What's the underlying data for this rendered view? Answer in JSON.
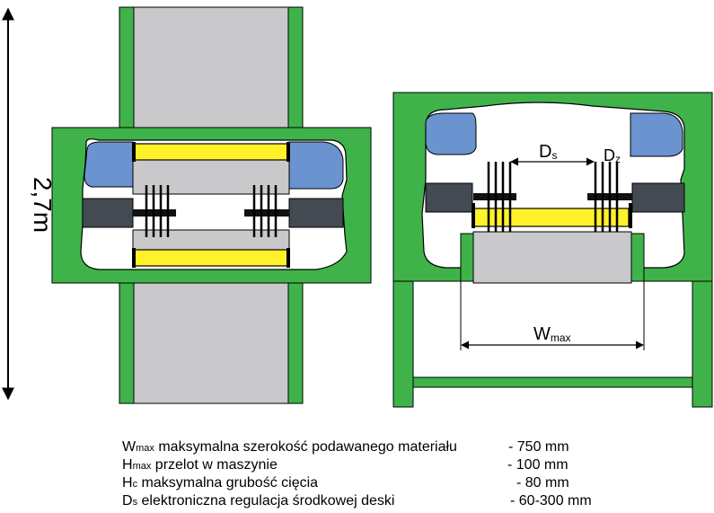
{
  "labels": {
    "height": "2,7m",
    "ds_main": "D",
    "ds_sub": "s",
    "dz_main": "D",
    "dz_sub": "z",
    "wmax_main": "W",
    "wmax_sub": "max"
  },
  "specs": [
    {
      "sym": "W",
      "sub": "max",
      "desc": "maksymalna szerokość podawanego materiału",
      "value": "- 750 mm"
    },
    {
      "sym": "H",
      "sub": "max",
      "desc": "przelot w maszynie",
      "value": "- 100 mm"
    },
    {
      "sym": "H",
      "sub": "c",
      "desc": "maksymalna grubość cięcia",
      "value": "- 80 mm"
    },
    {
      "sym": "D",
      "sub": "s",
      "desc": "elektroniczna regulacja środkowej deski",
      "value": "- 60-300 mm"
    }
  ],
  "colors": {
    "frame_green": "#3fb34a",
    "board_gray": "#c9c9cb",
    "board_yellow": "#fff12a",
    "roller_blue": "#6a93cf",
    "roller_dark": "#444a52"
  }
}
